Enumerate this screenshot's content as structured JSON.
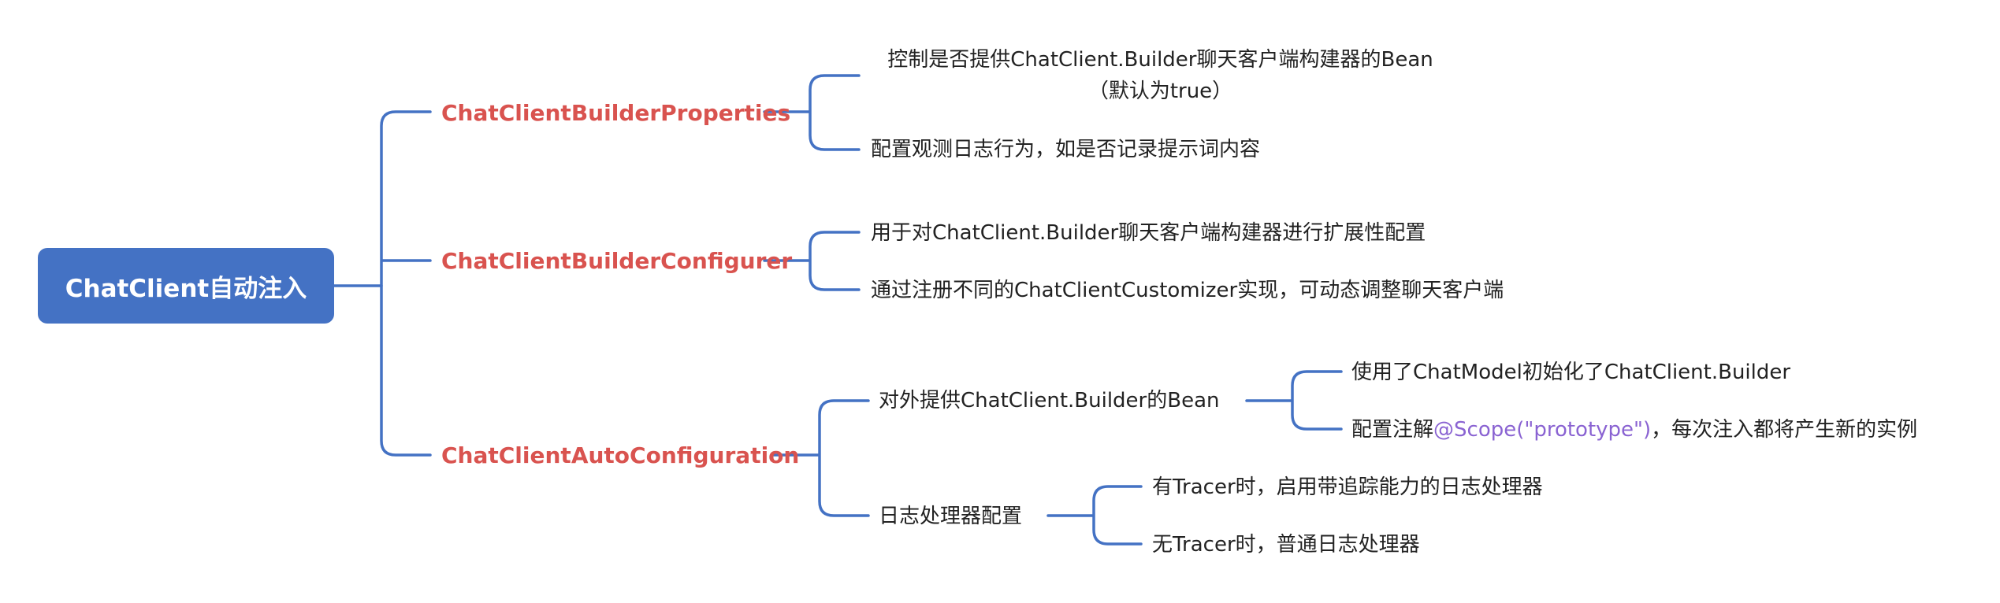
{
  "root": {
    "label": "ChatClient自动注入"
  },
  "branches": [
    {
      "label": "ChatClientBuilderProperties",
      "children": [
        {
          "line1": "控制是否提供ChatClient.Builder聊天客户端构建器的Bean",
          "line2": "（默认为true）"
        },
        {
          "label": "配置观测日志行为，如是否记录提示词内容"
        }
      ]
    },
    {
      "label": "ChatClientBuilderConfigurer",
      "children": [
        {
          "label": "用于对ChatClient.Builder聊天客户端构建器进行扩展性配置"
        },
        {
          "label": "通过注册不同的ChatClientCustomizer实现，可动态调整聊天客户端"
        }
      ]
    },
    {
      "label": "ChatClientAutoConfiguration",
      "children": [
        {
          "label": "对外提供ChatClient.Builder的Bean",
          "children": [
            {
              "label": "使用了ChatModel初始化了ChatClient.Builder"
            },
            {
              "prefix": "配置注解",
              "highlight": "@Scope(\"prototype\")",
              "suffix": "，每次注入都将产生新的实例"
            }
          ]
        },
        {
          "label": "日志处理器配置",
          "children": [
            {
              "label": "有Tracer时，启用带追踪能力的日志处理器"
            },
            {
              "label": "无Tracer时，普通日志处理器"
            }
          ]
        }
      ]
    }
  ],
  "colors": {
    "connector": "#4472c4",
    "root_fill": "#4472c4",
    "branch_text": "#d9534f",
    "highlight_text": "#8a63d2"
  }
}
